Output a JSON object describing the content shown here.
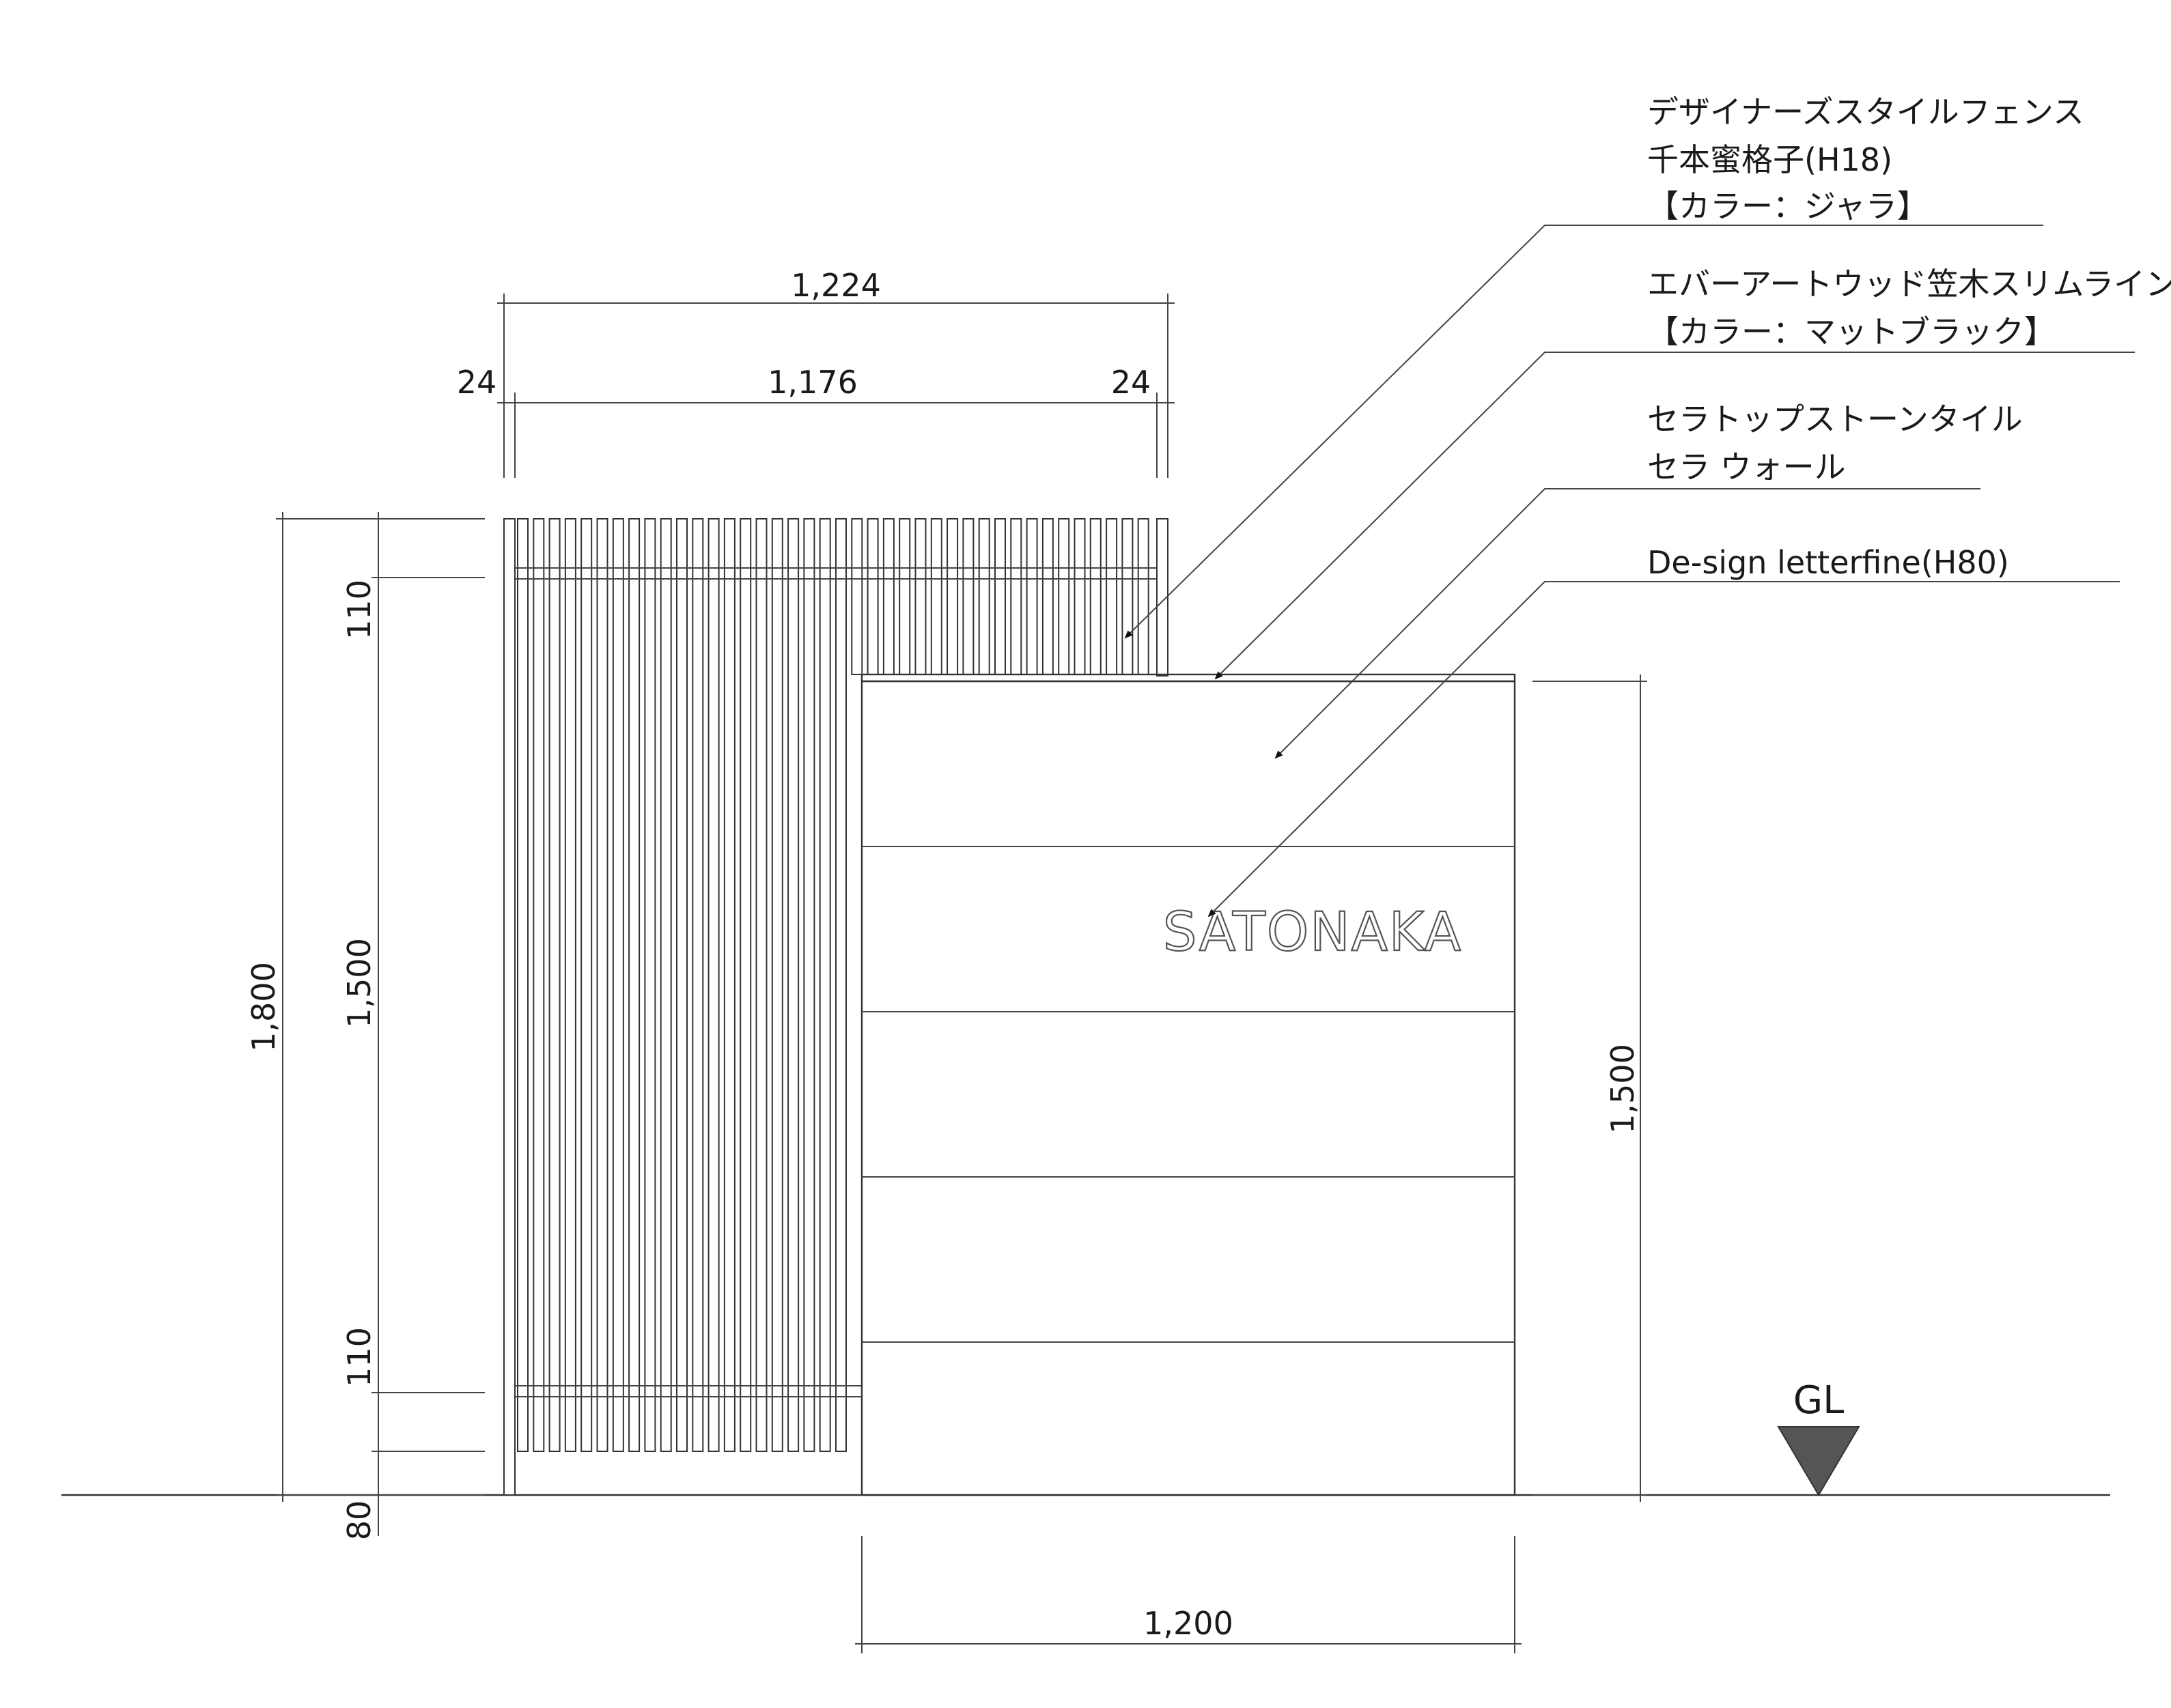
{
  "dimensions": {
    "fence_total_width": "1,224",
    "fence_inner_width": "1,176",
    "fence_left_margin": "24",
    "fence_right_margin": "24",
    "fence_total_height": "1,800",
    "fence_top_rail": "110",
    "fence_middle": "1,500",
    "fence_bottom_rail": "110",
    "fence_base": "80",
    "wall_height": "1,500",
    "wall_width": "1,200"
  },
  "callouts": [
    {
      "lines": [
        "デザイナーズスタイルフェンス",
        "千本蜜格子(H18)",
        "【カラー：ジャラ】"
      ]
    },
    {
      "lines": [
        "エバーアートウッド笠木スリムライン",
        "【カラー：マットブラック】"
      ]
    },
    {
      "lines": [
        "セラトップストーンタイル",
        "セラ ウォール"
      ]
    },
    {
      "lines": [
        "De-sign letterfine(H80)"
      ]
    }
  ],
  "sign_text": "SATONAKA",
  "ground_label": "GL"
}
